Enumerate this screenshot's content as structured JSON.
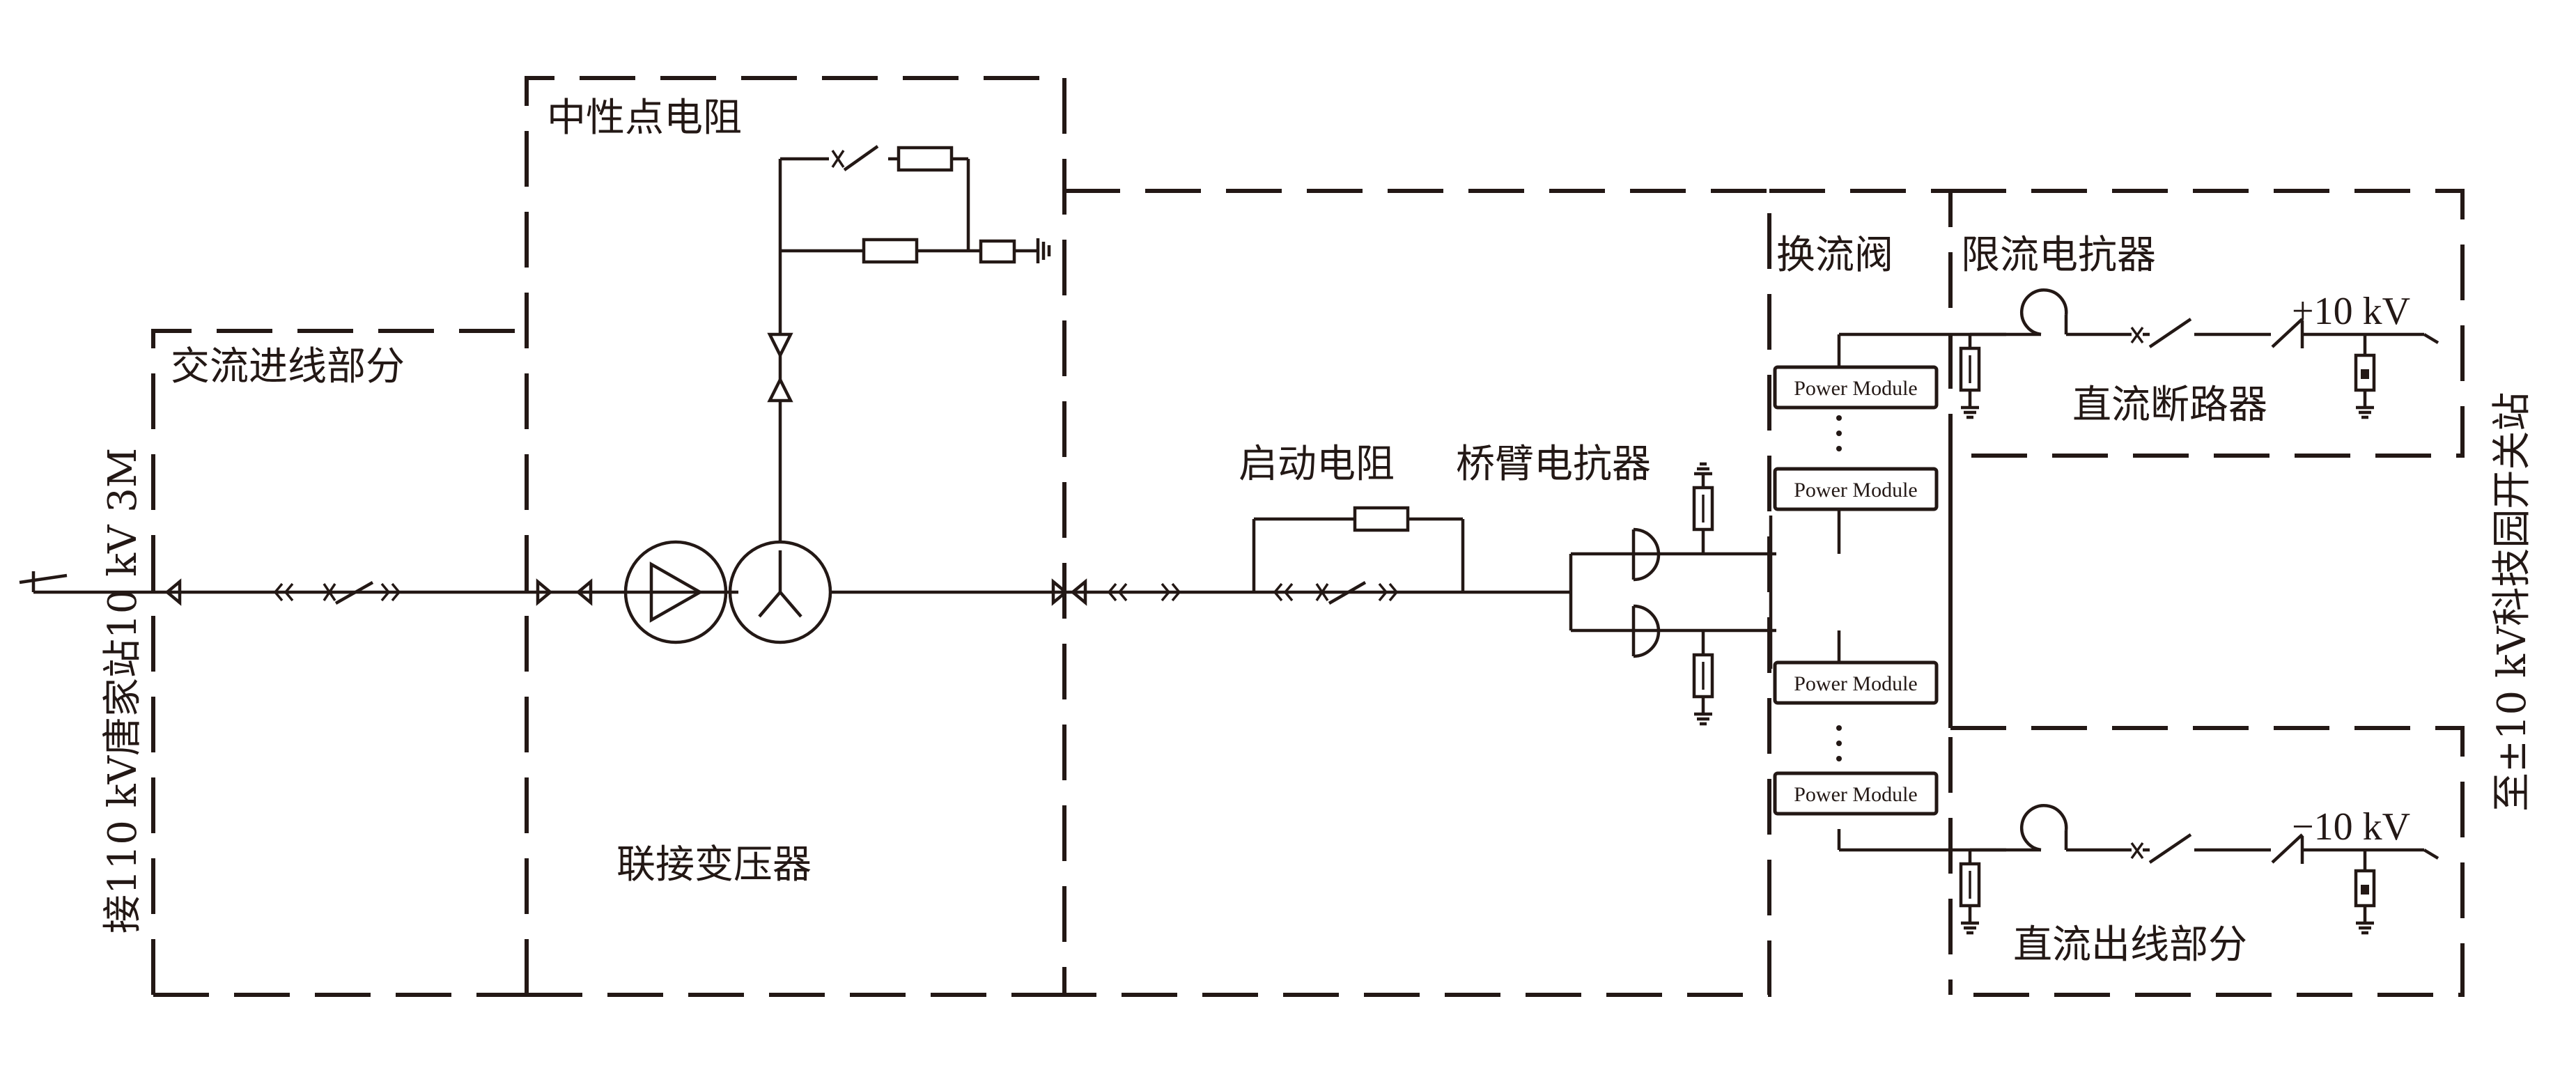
{
  "labels": {
    "neutral_resistor": "中性点电阻",
    "ac_inlet": "交流进线部分",
    "link_transformer": "联接变压器",
    "start_resistor": "启动电阻",
    "arm_reactor": "桥臂电抗器",
    "converter_valve": "换流阀",
    "current_limit_reactor": "限流电抗器",
    "dc_breaker": "直流断路器",
    "dc_outlet": "直流出线部分",
    "left_source": "接110 kV唐家站10 kV 3M",
    "right_dest": "至±10 kV科技园开关站",
    "pos_voltage": "+10 kV",
    "neg_voltage": "−10 kV"
  },
  "power_modules": [
    "Power Module",
    "Power Module",
    "Power Module",
    "Power Module"
  ],
  "colors": {
    "line": "#231815",
    "background": "#ffffff"
  }
}
